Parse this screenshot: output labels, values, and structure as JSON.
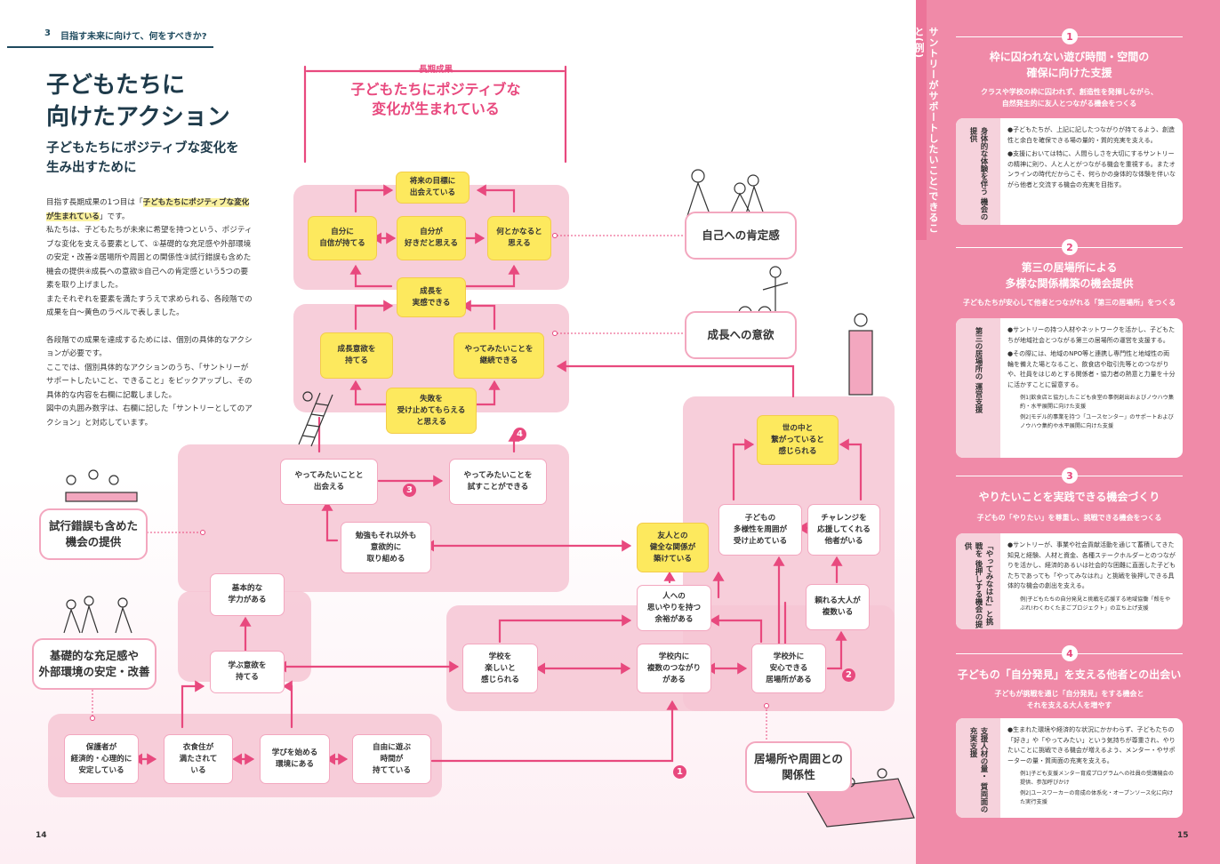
{
  "header": {
    "num": "3",
    "text": "目指す未来に向けて、何をすべきか?"
  },
  "title": "子どもたちに\n向けたアクション",
  "subtitle": "子どもたちにポジティブな変化を\n生み出すために",
  "body": {
    "p1_pre": "目指す長期成果の1つ目は「",
    "p1_hl": "子どもたちにポジティブな変化が生まれている",
    "p1_post": "」です。",
    "p2": "私たちは、子どもたちが未来に希望を持つという、ポジティブな変化を支える要素として、①基礎的な充足感や外部環境の安定・改善②居場所や周囲との関係性③試行錯誤も含めた機会の提供④成長への意欲⑤自己への肯定感という5つの要素を取り上げました。",
    "p3": "またそれぞれを要素を満たすうえで求められる、各段階での成果を白〜黄色のラベルで表しました。",
    "p4": "各段階での成果を達成するためには、個別の具体的なアクションが必要です。",
    "p5": "ここでは、個別具体的なアクションのうち、「サントリーがサポートしたいこと、できること」をピックアップし、その具体的な内容を右欄に記載しました。",
    "p6": "図中の丸囲み数字は、右欄に記した「サントリーとしてのアクション」と対応しています。"
  },
  "long_term": {
    "label": "長期成果",
    "title": "子どもたちにポジティブな\n変化が生まれている"
  },
  "nodes": {
    "goal": "将来の目標に\n出会えている",
    "confidence": "自分に\n自信が持てる",
    "like_self": "自分が\n好きだと思える",
    "manage": "何とかなると\n思える",
    "growth": "成長を\n実感できる",
    "desire": "成長意欲を\n持てる",
    "continue": "やってみたいことを\n継続できる",
    "accept_fail": "失敗を\n受け止めてもらえる\nと思える",
    "meet": "やってみたいことと\n出会える",
    "try": "やってみたいことを\n試すことができる",
    "study": "勉強もそれ以外も\n意欲的に\n取り組める",
    "friends": "友人との\n健全な関係が\n築けている",
    "society": "世の中と\n繋がっていると\n感じられる",
    "diversity": "子どもの\n多様性を周囲が\n受け止めている",
    "challenge": "チャレンジを\n応援してくれる\n他者がいる",
    "caring": "人への\n思いやりを持つ\n余裕がある",
    "adults": "頼れる大人が\n複数いる",
    "basic": "基本的な\n学力がある",
    "motivation": "学ぶ意欲を\n持てる",
    "school_fun": "学校を\n楽しいと\n感じられる",
    "school_ties": "学校内に\n複数のつながり\nがある",
    "outside": "学校外に\n安心できる\n居場所がある",
    "guardian": "保護者が\n経済的・心理的に\n安定している",
    "needs": "衣食住が\n満たされて\nいる",
    "env": "学びを始める\n環境にある",
    "free_time": "自由に遊ぶ\n時間が\n持てている"
  },
  "labels": {
    "self_esteem": "自己への肯定感",
    "growth_will": "成長への意欲",
    "trial": "試行錯誤も含めた\n機会の提供",
    "basic_env": "基礎的な充足感や\n外部環境の安定・改善",
    "place": "居場所や周囲との\n関係性"
  },
  "markers": {
    "m1": "1",
    "m2": "2",
    "m3": "3",
    "m4": "4"
  },
  "pages": {
    "left": "14",
    "right": "15"
  },
  "right": {
    "vertical": "サントリーがサポートしたいこと/できること(例)",
    "sections": [
      {
        "num": "1",
        "title": "枠に囚われない遊び時間・空間の\n確保に向けた支援",
        "sub": "クラスや学校の枠に囚われず、創造性を発揮しながら、\n自然発生的に友人とつながる機会をつくる",
        "tag": "身体的な体験を伴う\n機会の提供",
        "items": [
          "●子どもたちが、上記に記したつながりが持てるよう、創造性と余白を確保できる場の量的・質的充実を支える。",
          "●支援においては特に、人間らしさを大切にするサントリーの精神に則り、人と人とがつながる機会を重視する。またオンラインの時代だからこそ、何らかの身体的な体験を伴いながら他者と交流する機会の充実を目指す。"
        ],
        "examples": []
      },
      {
        "num": "2",
        "title": "第三の居場所による\n多様な関係構築の機会提供",
        "sub": "子どもたちが安心して他者とつながれる「第三の居場所」をつくる",
        "tag": "第三の居場所の\n運営支援",
        "items": [
          "●サントリーの持つ人材やネットワークを活かし、子どもたちが地域社会とつながる第三の居場所の運営を支援する。",
          "●その際には、地域のNPO等と連携し専門性と地域性の両輪を備えた場となること、飲食店や取引先等とのつながりや、社員をはじめとする関係者・協力者の熱意と力量を十分に活かすことに留意する。"
        ],
        "examples": [
          "例1|飲食店と協力したこども食堂の事例創出およびノウハウ集約・水平展開に向けた支援",
          "例2|モデル的事業を持つ「ユースセンター」のサポートおよびノウハウ集約や水平展開に向けた支援"
        ]
      },
      {
        "num": "3",
        "title": "やりたいことを実践できる機会づくり",
        "sub": "子どもの「やりたい」を尊重し、挑戦できる機会をつくる",
        "tag": "「やってみなはれ」と挑戦を\n後押しする機会の提供",
        "items": [
          "●サントリーが、事業や社会貢献活動を通じて蓄積してきた知見と経験、人材と資金、各種ステークホルダーとのつながりを活かし、経済的あるいは社会的な困難に直面した子どもたちであっても「やってみなはれ」と挑戦を後押しできる具体的な機会の創出を支える。"
        ],
        "examples": [
          "例|子どもたちの自分発見と挑戦を応援する地域協働「殻をやぶれ!わくわくたまごプロジェクト」の立ち上げ支援"
        ]
      },
      {
        "num": "4",
        "title": "子どもの「自分発見」を支える他者との出会い",
        "sub": "子どもが挑戦を通じ「自分発見」をする機会と\nそれを支える大人を増やす",
        "tag": "支援人材の量・\n質両面の充実支援",
        "items": [
          "●生まれた環境や経済的な状況にかかわらず、子どもたちの「好き」や「やってみたい」という気持ちが尊重され、やりたいことに挑戦できる機会が増えるよう、メンター・やサポーターの量・質両面の充実を支える。"
        ],
        "examples": [
          "例1|子ども支援メンター育成プログラムへの社員の受講機会の提供、参加呼びかけ",
          "例2|ユースワーカーの育成の体系化・オープンソース化に向けた実行支援"
        ]
      }
    ]
  }
}
